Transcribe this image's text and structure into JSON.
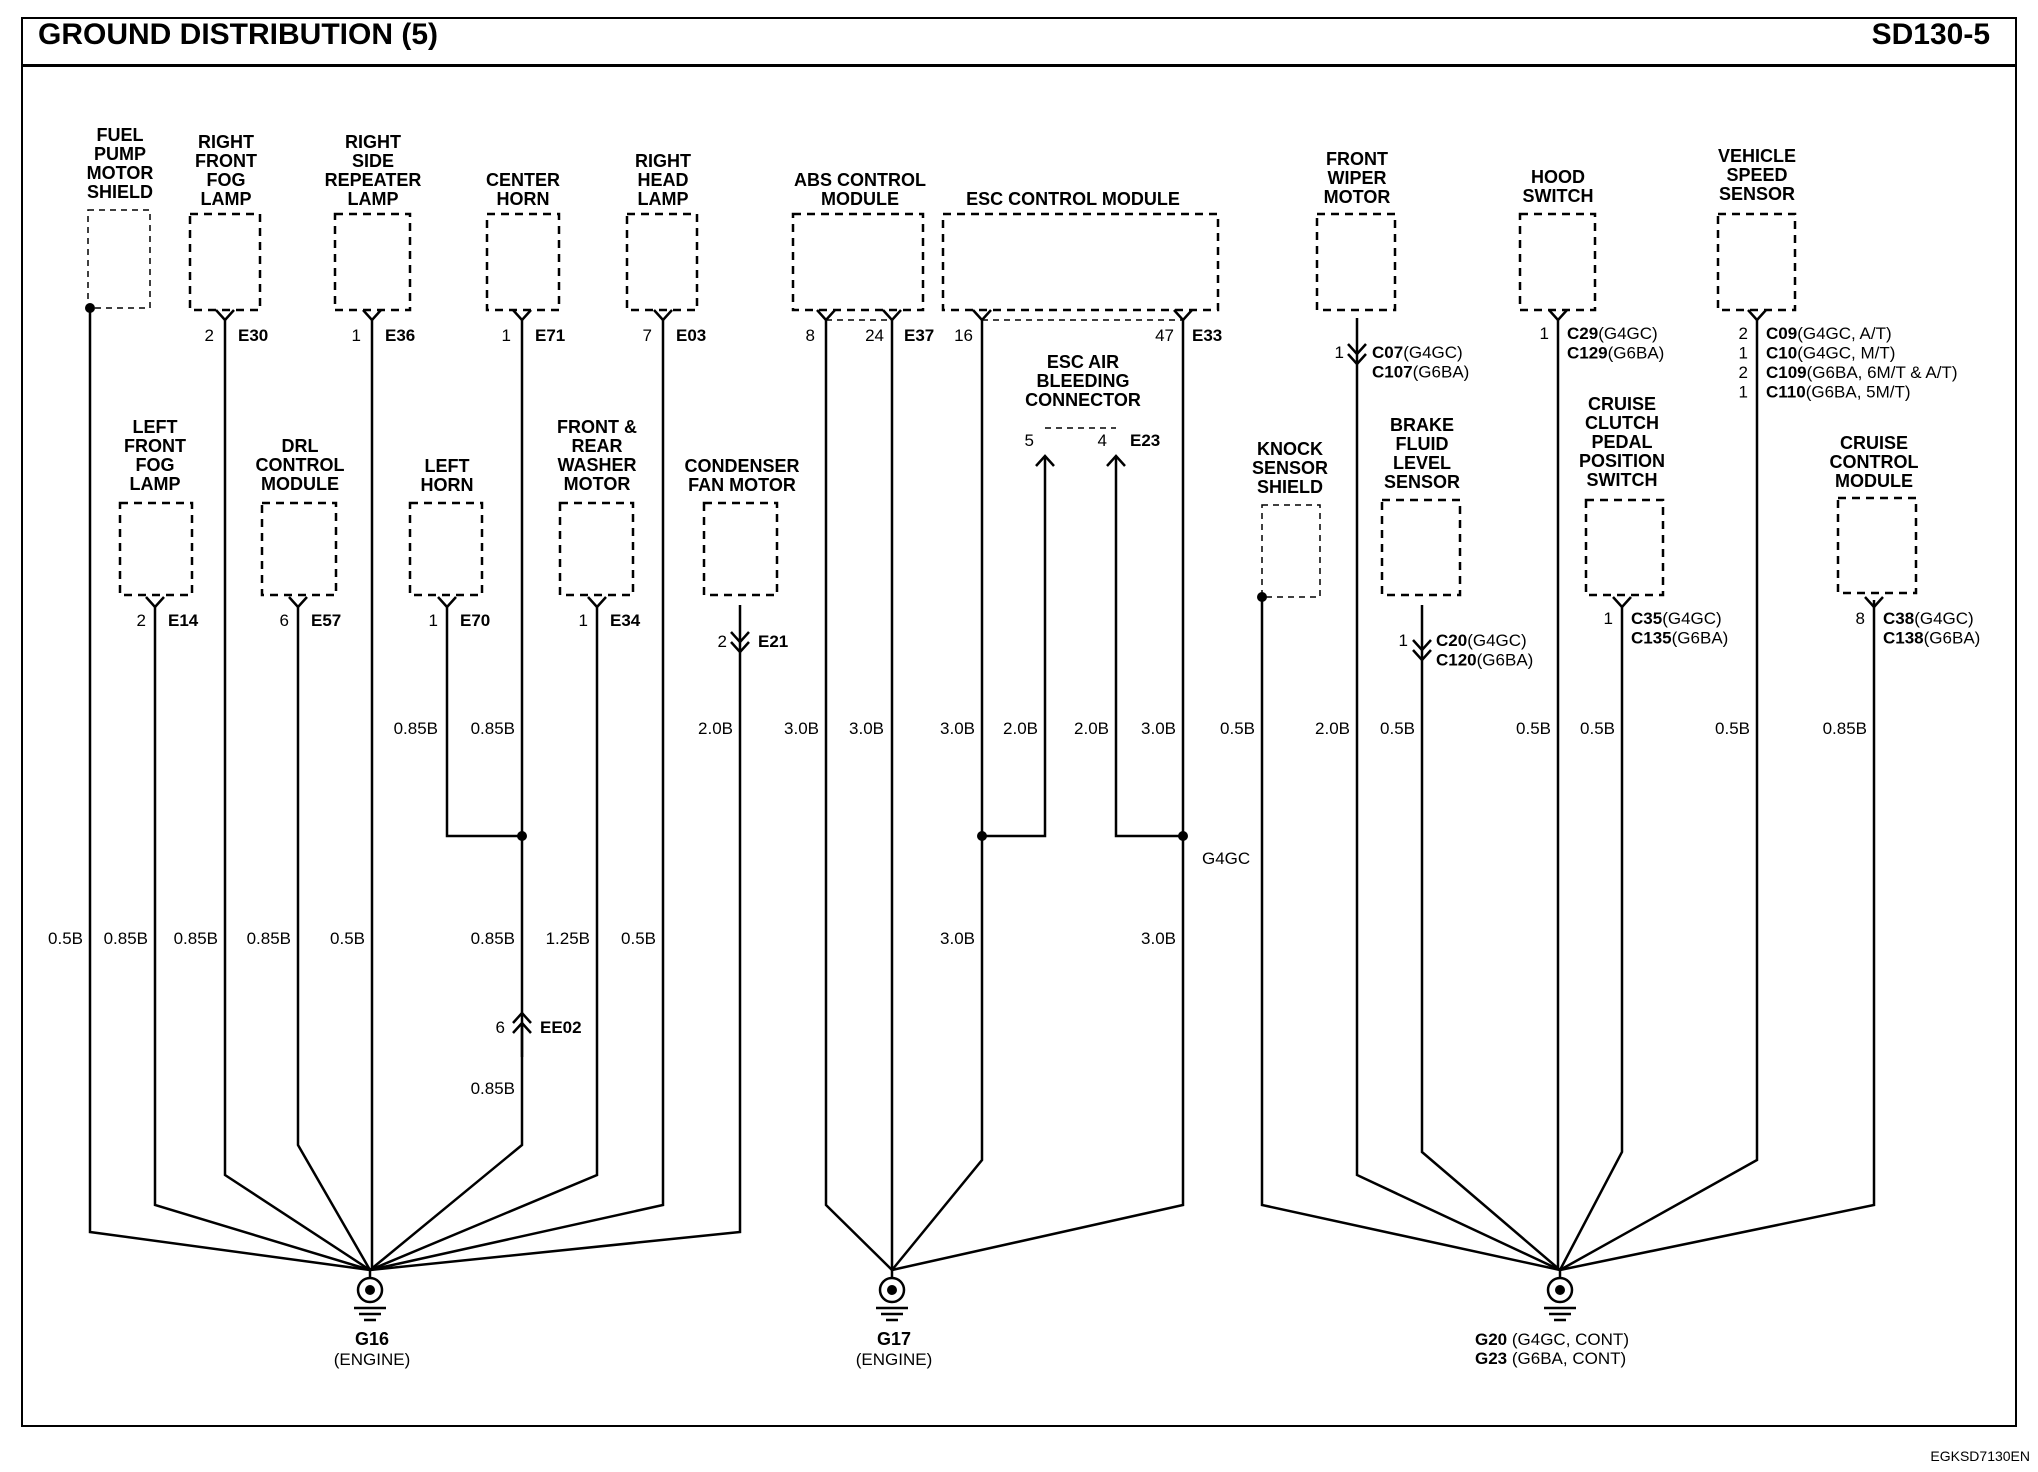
{
  "header": {
    "title": "GROUND DISTRIBUTION (5)",
    "page_code": "SD130-5"
  },
  "footer": {
    "doc_code": "EGKSD7130EN"
  },
  "components": {
    "fuel_pump_motor_shield": [
      "FUEL",
      "PUMP",
      "MOTOR",
      "SHIELD"
    ],
    "right_front_fog_lamp": [
      "RIGHT",
      "FRONT",
      "FOG",
      "LAMP"
    ],
    "right_side_repeater_lamp": [
      "RIGHT",
      "SIDE",
      "REPEATER",
      "LAMP"
    ],
    "center_horn": [
      "CENTER",
      "HORN"
    ],
    "right_head_lamp": [
      "RIGHT",
      "HEAD",
      "LAMP"
    ],
    "abs_control_module": [
      "ABS CONTROL",
      "MODULE"
    ],
    "esc_control_module": [
      "ESC CONTROL MODULE"
    ],
    "front_wiper_motor": [
      "FRONT",
      "WIPER",
      "MOTOR"
    ],
    "hood_switch": [
      "HOOD",
      "SWITCH"
    ],
    "vehicle_speed_sensor": [
      "VEHICLE",
      "SPEED",
      "SENSOR"
    ],
    "left_front_fog_lamp": [
      "LEFT",
      "FRONT",
      "FOG",
      "LAMP"
    ],
    "drl_control_module": [
      "DRL",
      "CONTROL",
      "MODULE"
    ],
    "left_horn": [
      "LEFT",
      "HORN"
    ],
    "front_rear_washer_motor": [
      "FRONT &",
      "REAR",
      "WASHER",
      "MOTOR"
    ],
    "condenser_fan_motor": [
      "CONDENSER",
      "FAN MOTOR"
    ],
    "esc_air_bleeding_connector": [
      "ESC AIR",
      "BLEEDING",
      "CONNECTOR"
    ],
    "knock_sensor_shield": [
      "KNOCK",
      "SENSOR",
      "SHIELD"
    ],
    "brake_fluid_level_sensor": [
      "BRAKE",
      "FLUID",
      "LEVEL",
      "SENSOR"
    ],
    "cruise_clutch_pedal_position_switch": [
      "CRUISE",
      "CLUTCH",
      "PEDAL",
      "POSITION",
      "SWITCH"
    ],
    "cruise_control_module": [
      "CRUISE",
      "CONTROL",
      "MODULE"
    ]
  },
  "connectors": {
    "e30": {
      "pin": "2",
      "id": "E30"
    },
    "e36": {
      "pin": "1",
      "id": "E36"
    },
    "e71": {
      "pin": "1",
      "id": "E71"
    },
    "e03": {
      "pin": "7",
      "id": "E03"
    },
    "e37": {
      "pin_a": "8",
      "pin_b": "24",
      "id": "E37"
    },
    "e33": {
      "pin_a": "16",
      "pin_b": "47",
      "id": "E33"
    },
    "e23": {
      "pin_a": "5",
      "pin_b": "4",
      "id": "E23"
    },
    "e14": {
      "pin": "2",
      "id": "E14"
    },
    "e57": {
      "pin": "6",
      "id": "E57"
    },
    "e70": {
      "pin": "1",
      "id": "E70"
    },
    "e34": {
      "pin": "1",
      "id": "E34"
    },
    "e21": {
      "pin": "2",
      "id": "E21"
    },
    "ee02": {
      "pin": "6",
      "id": "EE02"
    },
    "c07": {
      "pin": "1",
      "lines": [
        [
          "C07",
          "(G4GC)"
        ],
        [
          "C107",
          "(G6BA)"
        ]
      ]
    },
    "c29": {
      "pin": "1",
      "lines": [
        [
          "C29",
          "(G4GC)"
        ],
        [
          "C129",
          "(G6BA)"
        ]
      ]
    },
    "c09": {
      "pins": [
        "2",
        "1",
        "2",
        "1"
      ],
      "lines": [
        [
          "C09",
          "(G4GC, A/T)"
        ],
        [
          "C10",
          "(G4GC, M/T)"
        ],
        [
          "C109",
          "(G6BA, 6M/T & A/T)"
        ],
        [
          "C110",
          "(G6BA, 5M/T)"
        ]
      ]
    },
    "c20": {
      "pin": "1",
      "lines": [
        [
          "C20",
          "(G4GC)"
        ],
        [
          "C120",
          "(G6BA)"
        ]
      ]
    },
    "c35": {
      "pin": "1",
      "lines": [
        [
          "C35",
          "(G4GC)"
        ],
        [
          "C135",
          "(G6BA)"
        ]
      ]
    },
    "c38": {
      "pin": "8",
      "lines": [
        [
          "C38",
          "(G4GC)"
        ],
        [
          "C138",
          "(G6BA)"
        ]
      ]
    }
  },
  "wires": {
    "upper_row": [
      "0.85B",
      "0.85B",
      "2.0B",
      "3.0B",
      "3.0B",
      "3.0B",
      "2.0B",
      "2.0B",
      "3.0B",
      "0.5B",
      "2.0B",
      "0.5B",
      "0.5B",
      "0.5B",
      "0.5B",
      "0.85B"
    ],
    "lower_row": [
      "0.5B",
      "0.85B",
      "0.85B",
      "0.85B",
      "0.5B",
      "0.85B",
      "1.25B",
      "0.5B",
      "3.0B",
      "3.0B"
    ],
    "ee02_below": "0.85B",
    "g4gc_note": "G4GC"
  },
  "grounds": {
    "g16": {
      "id": "G16",
      "location": "(ENGINE)"
    },
    "g17": {
      "id": "G17",
      "location": "(ENGINE)"
    },
    "g20": {
      "line1_id": "G20",
      "line1_note": "(G4GC, CONT)",
      "line2_id": "G23",
      "line2_note": "(G6BA, CONT)"
    }
  }
}
